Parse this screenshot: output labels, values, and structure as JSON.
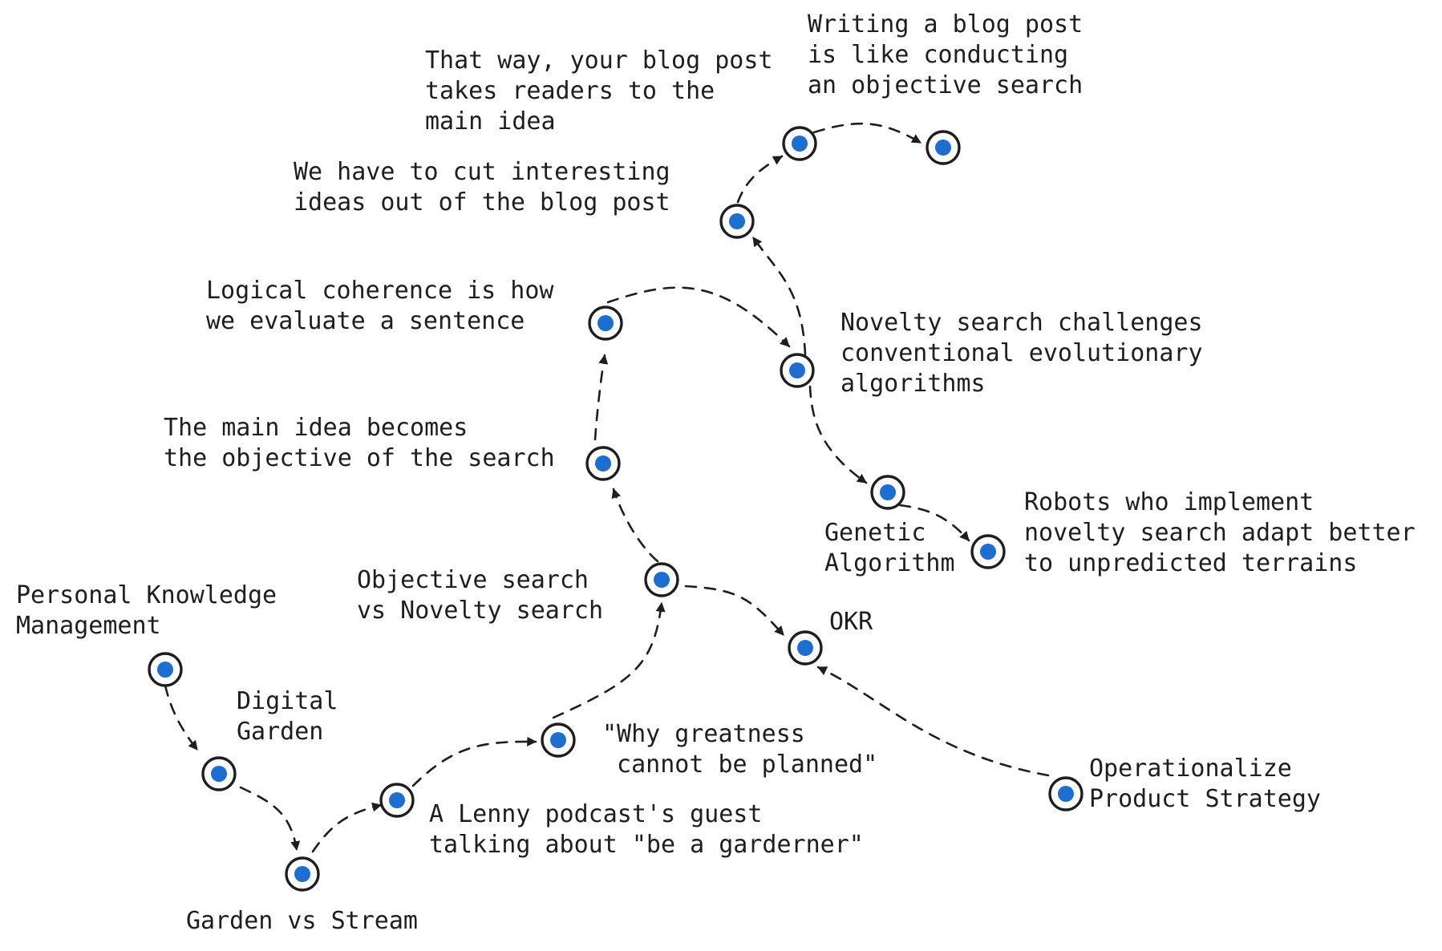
{
  "diagram": {
    "colors": {
      "node_fill": "#1c6fd1",
      "node_ring": "#1e1e1e",
      "edge": "#1e1e1e",
      "text": "#1e1e1e"
    },
    "nodes": [
      {
        "id": "pkm",
        "label_lines": [
          "Personal Knowledge",
          "Management"
        ]
      },
      {
        "id": "digital-garden",
        "label_lines": [
          "Digital",
          "Garden"
        ]
      },
      {
        "id": "garden-vs-stream",
        "label_lines": [
          "Garden vs Stream"
        ]
      },
      {
        "id": "lenny-podcast",
        "label_lines": [
          "A Lenny podcast's guest",
          "talking about \"be a garderner\""
        ]
      },
      {
        "id": "why-greatness",
        "label_lines": [
          "\"Why greatness",
          " cannot be planned\""
        ]
      },
      {
        "id": "objective-vs-novelty",
        "label_lines": [
          "Objective search",
          "vs Novelty search"
        ]
      },
      {
        "id": "okr",
        "label_lines": [
          "OKR"
        ]
      },
      {
        "id": "operationalize",
        "label_lines": [
          "Operationalize",
          "Product Strategy"
        ]
      },
      {
        "id": "main-idea-objective",
        "label_lines": [
          "The main idea becomes",
          "the objective of the search"
        ]
      },
      {
        "id": "logical-coherence",
        "label_lines": [
          "Logical coherence is how",
          "we evaluate a sentence"
        ]
      },
      {
        "id": "novelty-challenges",
        "label_lines": [
          "Novelty search challenges",
          "conventional evolutionary",
          "algorithms"
        ]
      },
      {
        "id": "genetic-algorithm",
        "label_lines": [
          "Genetic",
          "Algorithm"
        ]
      },
      {
        "id": "robots",
        "label_lines": [
          "Robots who implement",
          "novelty search adapt better",
          "to unpredicted terrains"
        ]
      },
      {
        "id": "cut-ideas",
        "label_lines": [
          "We have to cut interesting",
          "ideas out of the blog post"
        ]
      },
      {
        "id": "blog-main-idea",
        "label_lines": [
          "That way, your blog post",
          "takes readers to the",
          "main idea"
        ]
      },
      {
        "id": "blog-objective-search",
        "label_lines": [
          "Writing a blog post",
          "is like conducting",
          "an objective search"
        ]
      }
    ],
    "edges": [
      {
        "from": "pkm",
        "to": "digital-garden"
      },
      {
        "from": "digital-garden",
        "to": "garden-vs-stream"
      },
      {
        "from": "garden-vs-stream",
        "to": "lenny-podcast"
      },
      {
        "from": "lenny-podcast",
        "to": "why-greatness"
      },
      {
        "from": "why-greatness",
        "to": "objective-vs-novelty"
      },
      {
        "from": "objective-vs-novelty",
        "to": "main-idea-objective"
      },
      {
        "from": "objective-vs-novelty",
        "to": "okr"
      },
      {
        "from": "operationalize",
        "to": "okr"
      },
      {
        "from": "main-idea-objective",
        "to": "logical-coherence"
      },
      {
        "from": "logical-coherence",
        "to": "novelty-challenges"
      },
      {
        "from": "novelty-challenges",
        "to": "genetic-algorithm"
      },
      {
        "from": "genetic-algorithm",
        "to": "robots"
      },
      {
        "from": "novelty-challenges",
        "to": "cut-ideas"
      },
      {
        "from": "cut-ideas",
        "to": "blog-main-idea"
      },
      {
        "from": "blog-main-idea",
        "to": "blog-objective-search"
      }
    ]
  }
}
